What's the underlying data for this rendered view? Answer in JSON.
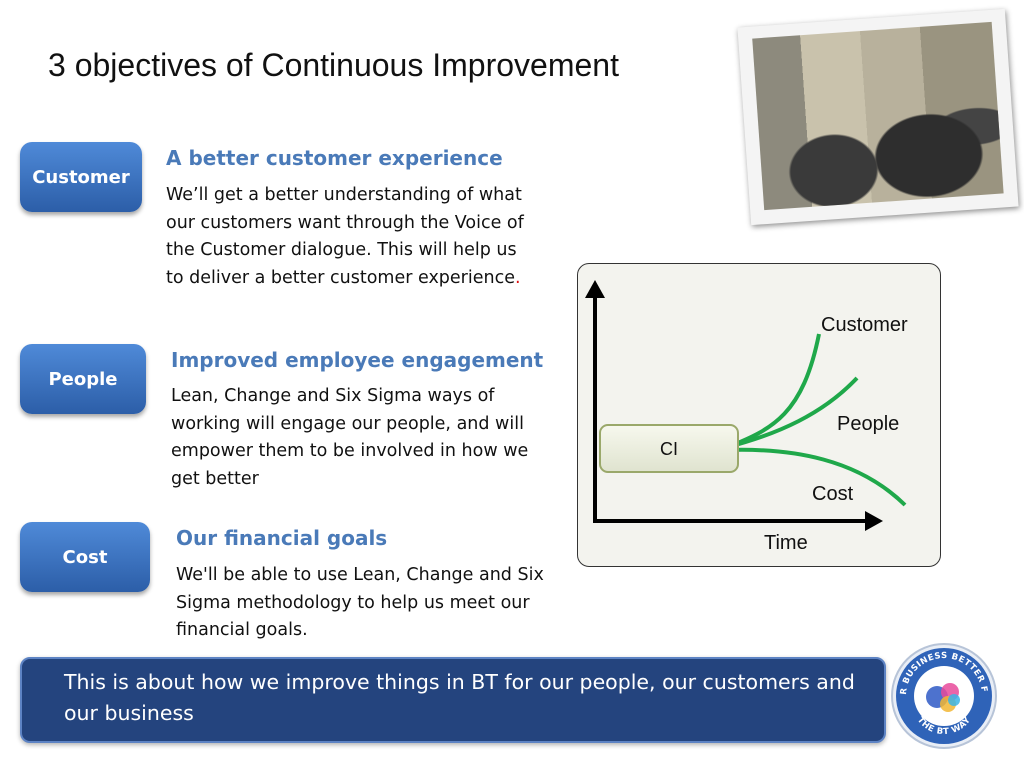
{
  "title": "3 objectives of Continuous Improvement",
  "objectives": [
    {
      "pill": "Customer",
      "heading": "A better customer experience",
      "body": "We’ll get a better understanding of what our customers want through the Voice of the Customer dialogue. This will help us to deliver a better customer experience",
      "body_end": "."
    },
    {
      "pill": "People",
      "heading": "Improved employee engagement",
      "body": "Lean, Change and Six Sigma ways of working will engage our people, and will empower them to be involved in how we get better"
    },
    {
      "pill": "Cost",
      "heading": "Our financial goals",
      "body": "We'll be able to use Lean, Change and Six Sigma methodology to help us meet our financial goals."
    }
  ],
  "diagram": {
    "ci_label": "CI",
    "curve_labels": {
      "customer": "Customer",
      "people": "People",
      "cost": "Cost"
    },
    "x_axis_label": "Time",
    "curve_color": "#1fa84a"
  },
  "banner": {
    "text": "This is about how we improve things in BT for our people, our customers and our business"
  },
  "logo": {
    "top_text": "BETTER BUSINESS",
    "right_text": "BETTER FUTURE",
    "bottom_text": "THE BT WAY"
  }
}
